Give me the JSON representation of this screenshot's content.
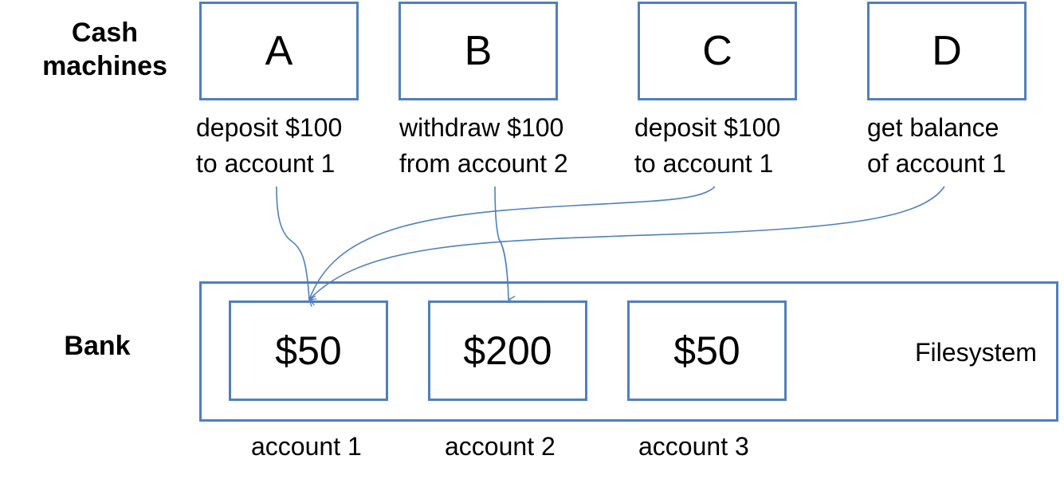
{
  "labels": {
    "cash_machines": "Cash machines",
    "bank": "Bank",
    "filesystem": "Filesystem"
  },
  "machines": [
    {
      "id": "A",
      "op_line1": "deposit $100",
      "op_line2": "to account 1"
    },
    {
      "id": "B",
      "op_line1": "withdraw $100",
      "op_line2": "from account 2"
    },
    {
      "id": "C",
      "op_line1": "deposit $100",
      "op_line2": "to account 1"
    },
    {
      "id": "D",
      "op_line1": "get balance",
      "op_line2": "of account 1"
    }
  ],
  "accounts": [
    {
      "balance": "$50",
      "name": "account 1"
    },
    {
      "balance": "$200",
      "name": "account 2"
    },
    {
      "balance": "$50",
      "name": "account 3"
    }
  ],
  "colors": {
    "box_border": "#4f7fbf",
    "arrow": "#4f7fbf"
  }
}
